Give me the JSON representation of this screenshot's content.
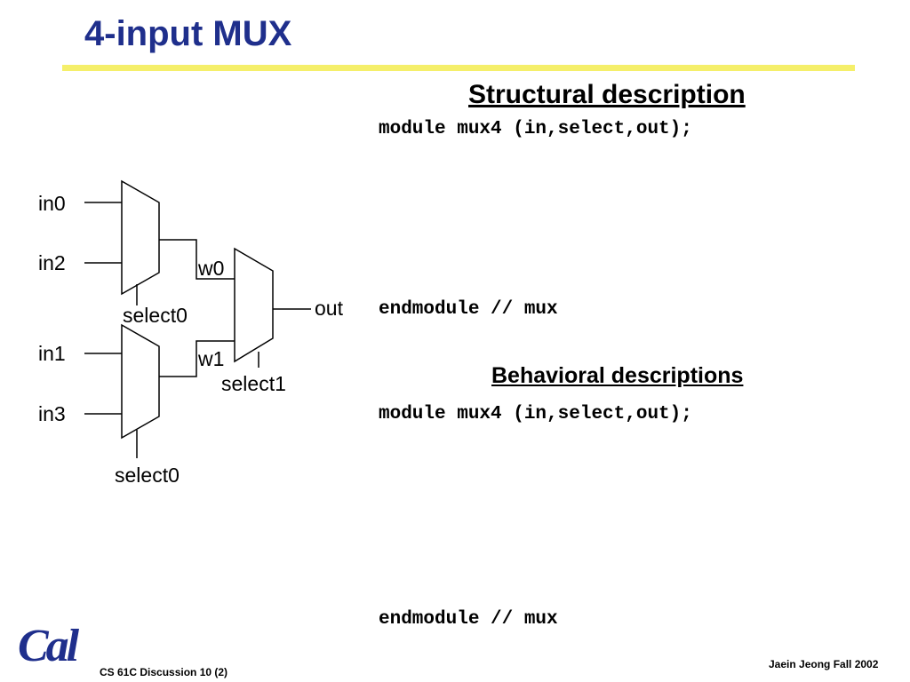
{
  "slide": {
    "title": "4-input MUX",
    "footer_left": "CS 61C Discussion 10 (2)",
    "footer_right": "Jaein Jeong Fall 2002",
    "logo_text": "Cal"
  },
  "structural": {
    "heading": "Structural description",
    "module_line": "module mux4 (in,select,out);",
    "end_line": "endmodule // mux"
  },
  "behavioral": {
    "heading": "Behavioral descriptions",
    "module_line": "module mux4 (in,select,out);",
    "end_line": "endmodule // mux"
  },
  "diagram": {
    "inputs": [
      "in0",
      "in2",
      "in1",
      "in3"
    ],
    "wires": [
      "w0",
      "w1"
    ],
    "selects": [
      "select0",
      "select0",
      "select1"
    ],
    "output": "out"
  },
  "colors": {
    "title": "#1f2f8c",
    "rule": "#f5ef6a"
  }
}
